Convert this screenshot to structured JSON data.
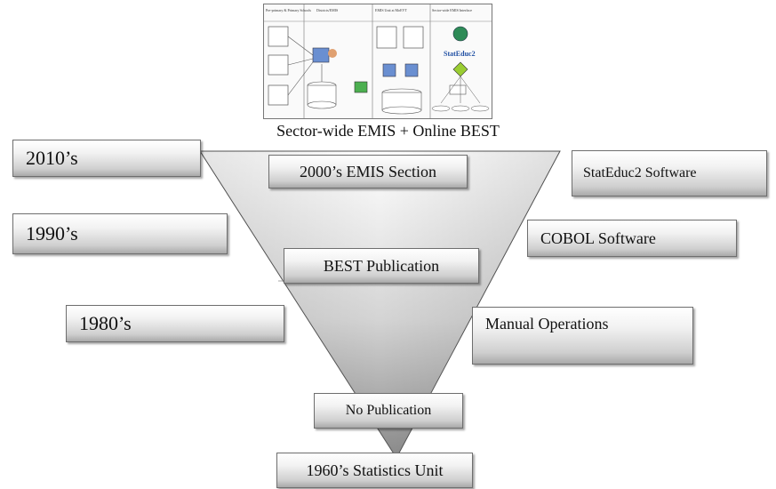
{
  "caption": "Sector-wide EMIS + Online BEST",
  "thumbnail": {
    "columns": [
      "Pre-primary & Primary Schools",
      "Districts/EMIS",
      "EMIS Unit at MoEVT",
      "Sector-wide EMIS Interface"
    ],
    "logo_text": "StatEduc2"
  },
  "decades": {
    "d2010": "2010’s",
    "d1990": "1990’s",
    "d1980": "1980’s"
  },
  "levels": {
    "emis_section": "2000’s EMIS Section",
    "best_publication": "BEST  Publication",
    "no_publication": "No Publication",
    "statistics_unit": "1960’s Statistics Unit"
  },
  "tools": {
    "stateduc2": "StatEduc2 Software",
    "cobol": "COBOL Software",
    "manual": "Manual Operations"
  }
}
